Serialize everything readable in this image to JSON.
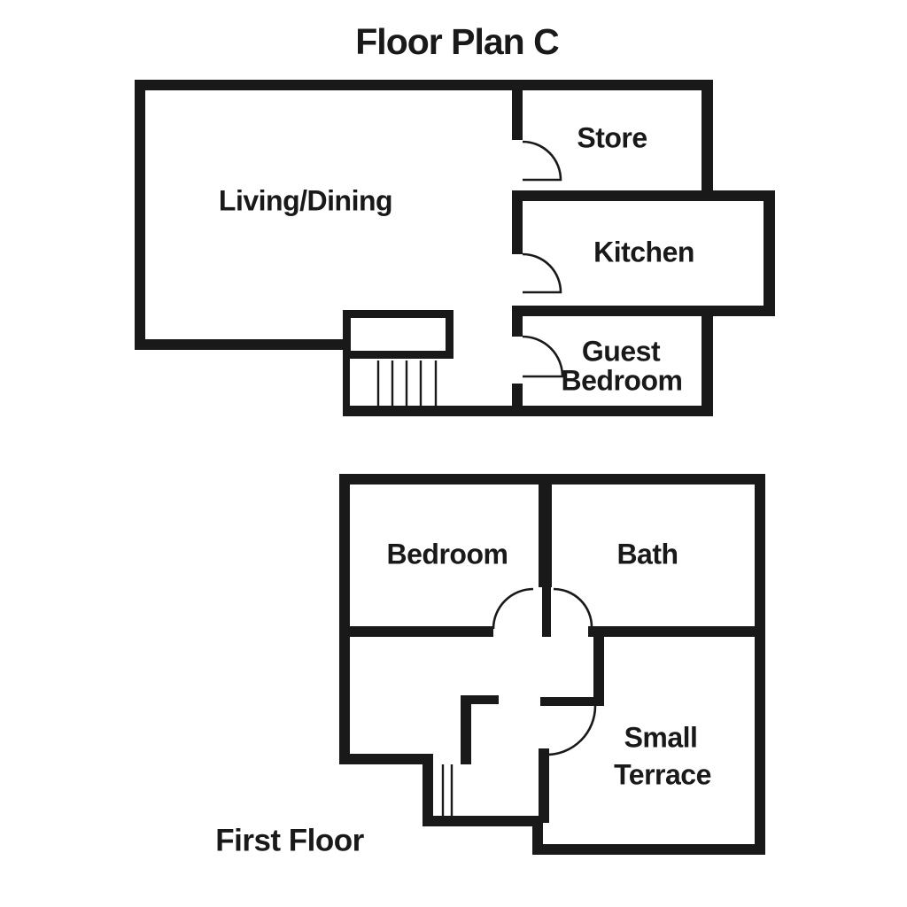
{
  "title": "Floor Plan C",
  "upper_floor": {
    "rooms": {
      "living_dining": "Living/Dining",
      "store": "Store",
      "kitchen": "Kitchen",
      "guest_bedroom": {
        "line1": "Guest",
        "line2": "Bedroom"
      }
    }
  },
  "lower_floor": {
    "caption": "First Floor",
    "rooms": {
      "bedroom": "Bedroom",
      "bath": "Bath",
      "small_terrace": {
        "line1": "Small",
        "line2": "Terrace"
      }
    }
  },
  "colors": {
    "wall": "#191919",
    "background": "#ffffff",
    "text": "#191919"
  }
}
